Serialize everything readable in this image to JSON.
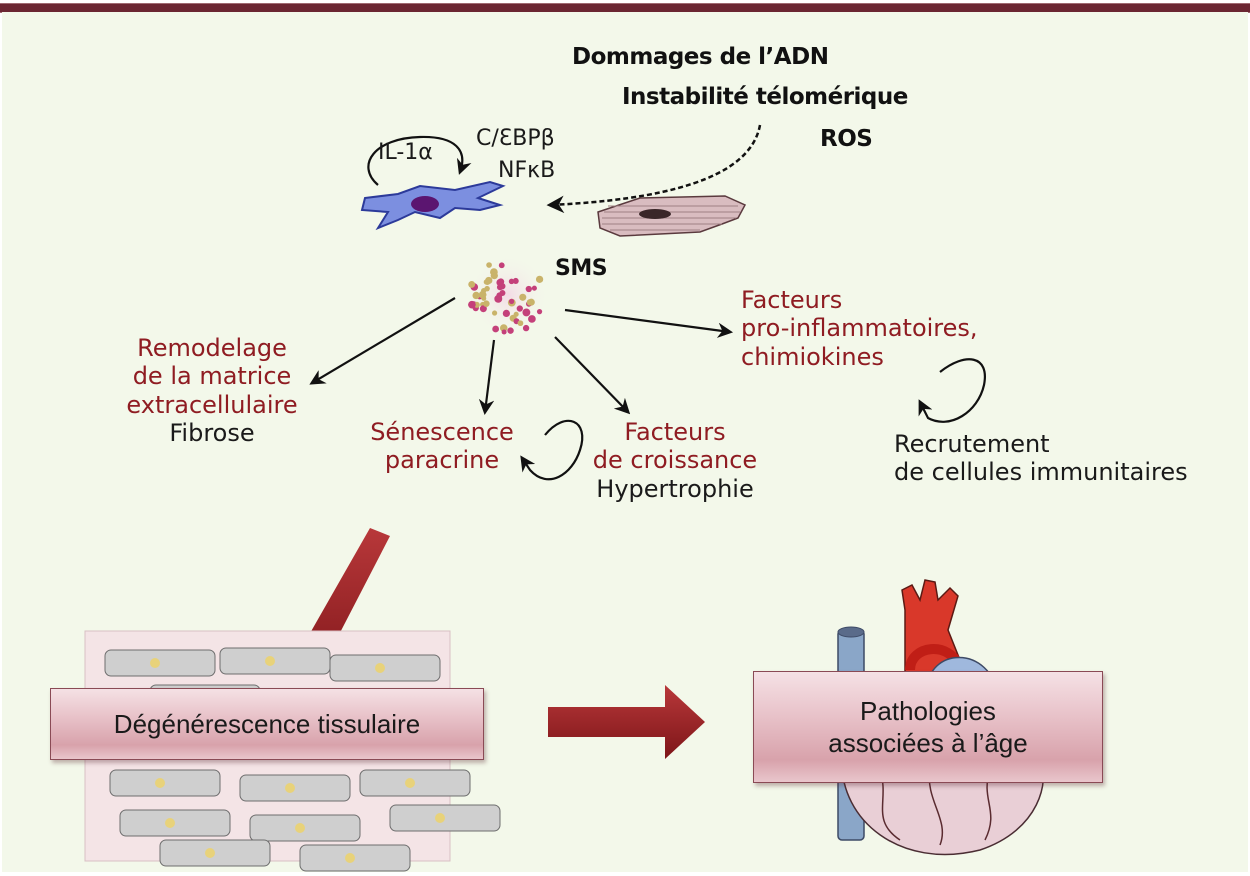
{
  "stressors": {
    "dna_damage": "Dommages de l’ADN",
    "telomere": "Instabilité télomérique",
    "ros": "ROS"
  },
  "cell_labels": {
    "il1a": "IL-1α",
    "cebpb": "C/ƐBPβ",
    "nfkb": "NFκB"
  },
  "sms": "SMS",
  "outcomes": {
    "remodeling": {
      "lines": [
        "Remodelage",
        "de la matrice",
        "extracellulaire"
      ],
      "result": "Fibrose"
    },
    "senescence": {
      "lines": [
        "Sénescence",
        "paracrine"
      ]
    },
    "growth": {
      "lines": [
        "Facteurs",
        "de croissance"
      ],
      "result": "Hypertrophie"
    },
    "inflammatory": {
      "lines": [
        "Facteurs",
        "pro-inflammatoires,",
        "chimiokines"
      ]
    },
    "recruitment": {
      "lines": [
        "Recrutement",
        "de cellules immunitaires"
      ]
    }
  },
  "bottom": {
    "tissue_box": "Dégénérescence tissulaire",
    "pathology_box": [
      "Pathologies",
      "associées à l’âge"
    ]
  },
  "colors": {
    "header_bar": "#6b2632",
    "background": "#f3f8ea",
    "red_text": "#8f1c22",
    "big_arrow": "#9b1f22"
  }
}
